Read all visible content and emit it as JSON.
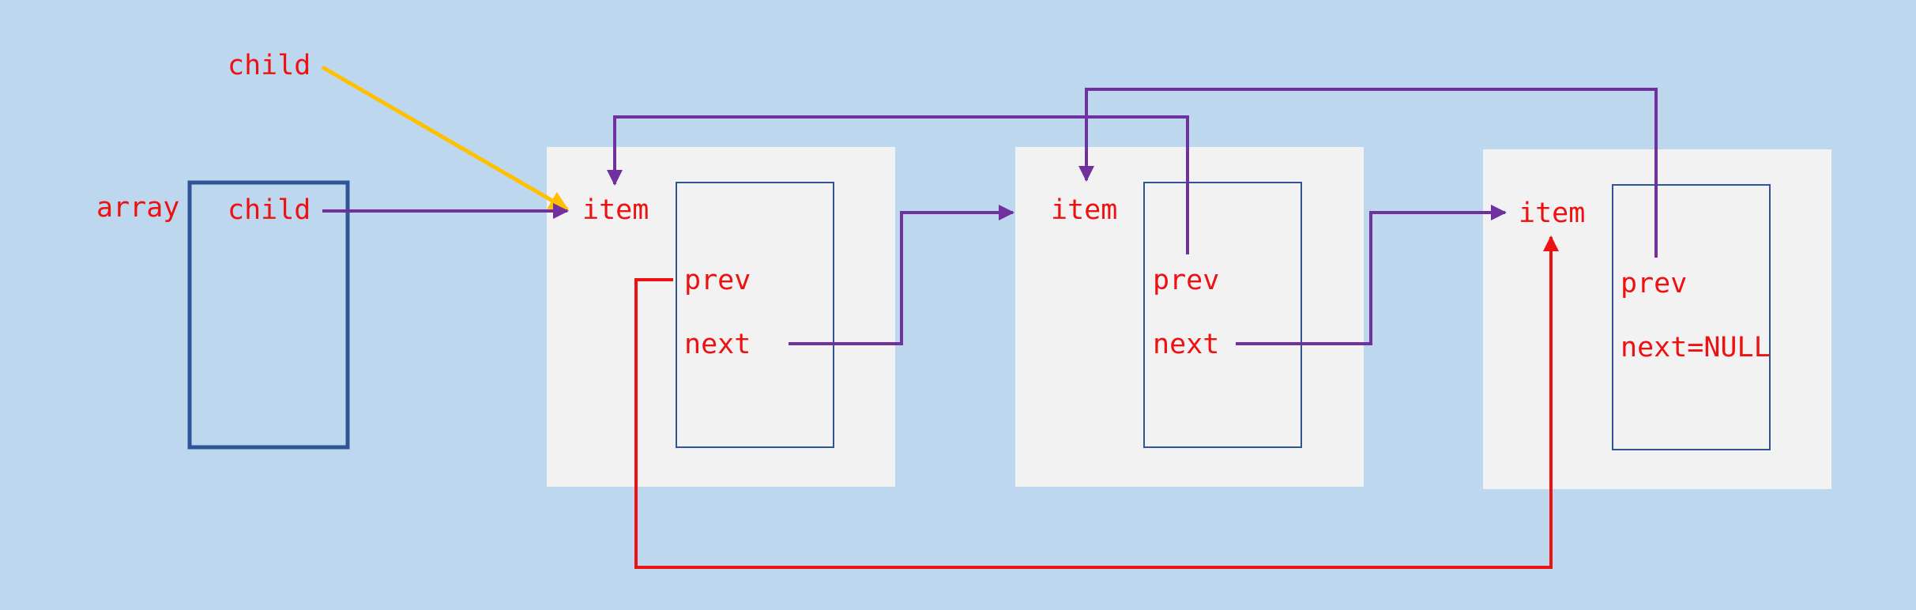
{
  "labels": {
    "child_pointer": "child",
    "array": "array",
    "array_child": "child"
  },
  "nodes": [
    {
      "item": "item",
      "prev": "prev",
      "next": "next"
    },
    {
      "item": "item",
      "prev": "prev",
      "next": "next"
    },
    {
      "item": "item",
      "prev": "prev",
      "next": "next=NULL"
    }
  ],
  "colors": {
    "background": "#bdd7ee",
    "node_fill": "#f2f2f2",
    "box_stroke": "#2f5597",
    "label": "#ee1111",
    "purple_arrow": "#7030a0",
    "yellow_arrow": "#ffc000",
    "red_arrow": "#ee1111"
  }
}
